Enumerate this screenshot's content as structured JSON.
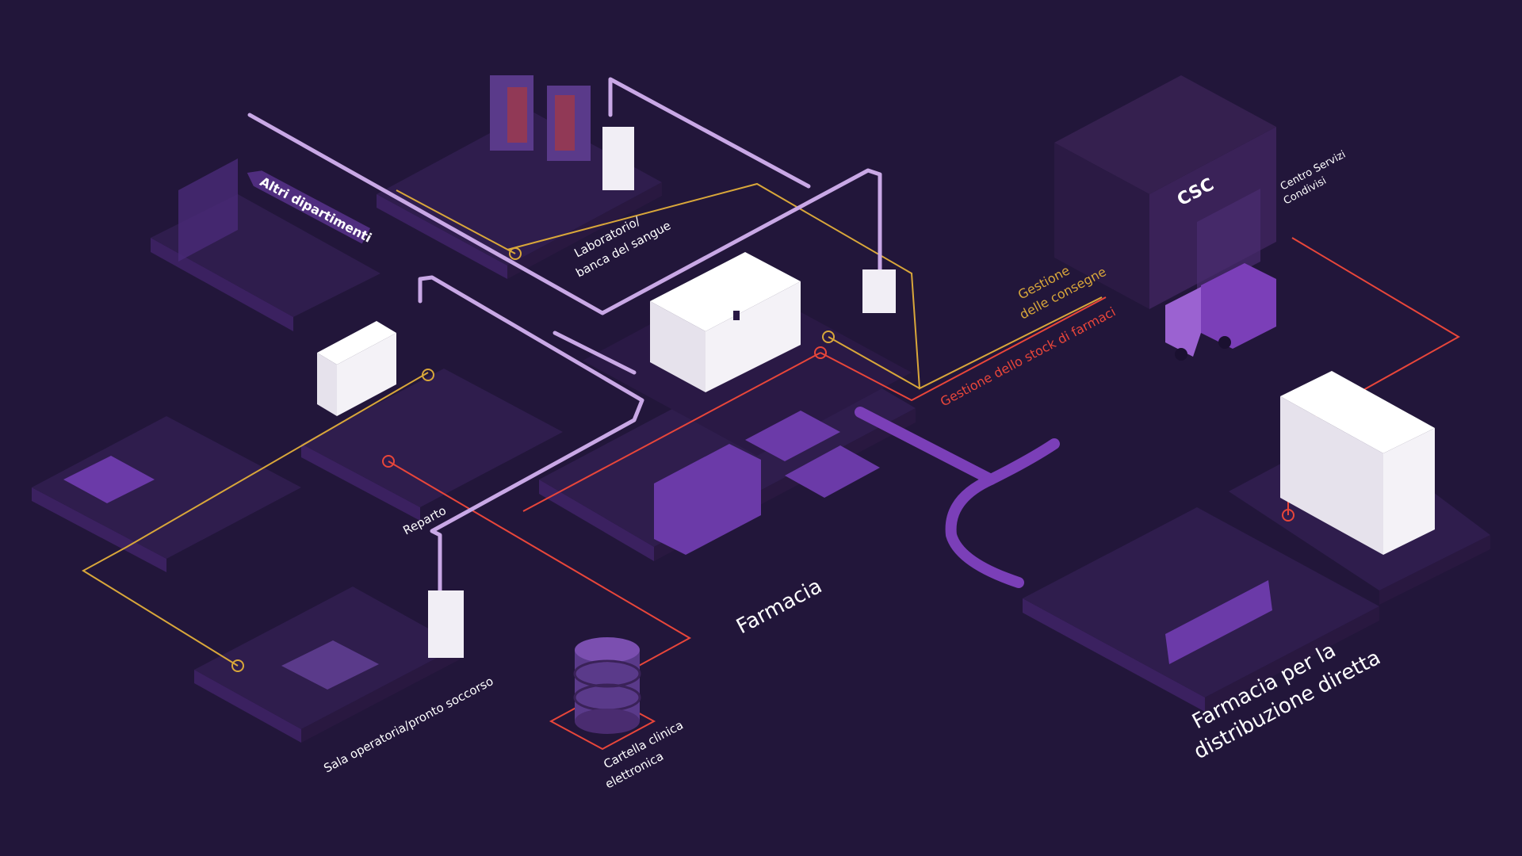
{
  "labels": {
    "altri_dipartimenti": "Altri dipartimenti",
    "laboratorio_line1": "Laboratorio/",
    "laboratorio_line2": "banca del sangue",
    "csc": "CSC",
    "centro_line1": "Centro Servizi",
    "centro_line2": "Condivisi",
    "gestione_consegne_line1": "Gestione",
    "gestione_consegne_line2": "delle consegne",
    "gestione_stock": "Gestione dello stock di farmaci",
    "reparto": "Reparto",
    "farmacia": "Farmacia",
    "sala_operatoria": "Sala operatoria/pronto soccorso",
    "cartella_line1": "Cartella clinica",
    "cartella_line2": "elettronica",
    "farmacia_diretta_line1": "Farmacia per la",
    "farmacia_diretta_line2": "distribuzione diretta"
  },
  "colors": {
    "background": "#22163a",
    "platform_top": "#2f1d4d",
    "platform_side": "#3b2160",
    "accent_purple": "#7b3fb8",
    "pipe": "#c9a8e6",
    "delivery_line": "#d9a73a",
    "stock_line": "#e8463a",
    "white_unit": "#f1eef5"
  }
}
